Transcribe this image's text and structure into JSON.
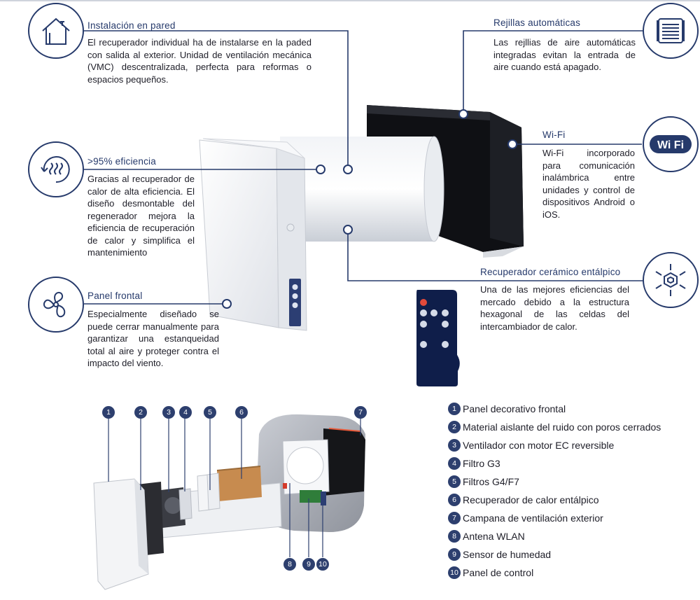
{
  "features": {
    "wall": {
      "title": "Instalación en pared",
      "text": "El recuperador individual ha de instalarse en la paded con salida al exterior. Unidad de ventila­ción mecánica (VMC) descentralizada, perfecta para reformas o espacios pequeños.",
      "icon": "house-icon"
    },
    "efficiency": {
      "title": ">95% eficiencia",
      "text": "Gracias al recuperador de calor de alta eficien­cia. El diseño desmon­table del regenerador mejora la eficiencia de recuperación de calor y simplifica el manteni­miento",
      "icon": "heat-cycle-icon"
    },
    "panel": {
      "title": "Panel frontal",
      "text": "Especialmente diseñado se puede cerrar manualmente para garantizar una estanqueidad total al aire y proteger contra el impacto del viento.",
      "icon": "fan-icon"
    },
    "grilles": {
      "title": "Rejillas automáticas",
      "text": "Las rejllias de aire automáticas integradas evitan la entrada de aire cuando está apagado.",
      "icon": "grille-icon"
    },
    "wifi": {
      "title": "Wi-Fi",
      "text": "Wi-Fi incorporado para comunicación inalámbrica entre unidades y control de dispositivos Android o iOS.",
      "icon": "wifi-icon",
      "icon_text": "Wi Fi"
    },
    "ceramic": {
      "title": "Recuperador cerámico entálpico",
      "text": "Una de las mejores eficiencias del mercado debido a la estructura hexagonal de las celdas del intercambiador de calor.",
      "icon": "hexagon-cell-icon"
    }
  },
  "diagram_numbers": [
    "1",
    "2",
    "3",
    "4",
    "5",
    "6",
    "7",
    "8",
    "9",
    "10"
  ],
  "legend": [
    {
      "n": "1",
      "label": "Panel decorativo frontal"
    },
    {
      "n": "2",
      "label": "Material aislante del ruido con poros cerrados"
    },
    {
      "n": "3",
      "label": "Ventilador con motor EC reversible"
    },
    {
      "n": "4",
      "label": "Filtro G3"
    },
    {
      "n": "5",
      "label": "Filtros G4/F7"
    },
    {
      "n": "6",
      "label": "Recuperador de calor entálpico"
    },
    {
      "n": "7",
      "label": "Campana de ventilación exterior"
    },
    {
      "n": "8",
      "label": "Antena WLAN"
    },
    {
      "n": "9",
      "label": "Sensor de humedad"
    },
    {
      "n": "10",
      "label": "Panel de control"
    }
  ],
  "colors": {
    "navy": "#263a6b",
    "badge": "#2d3f6e",
    "text": "#1e1e28"
  }
}
